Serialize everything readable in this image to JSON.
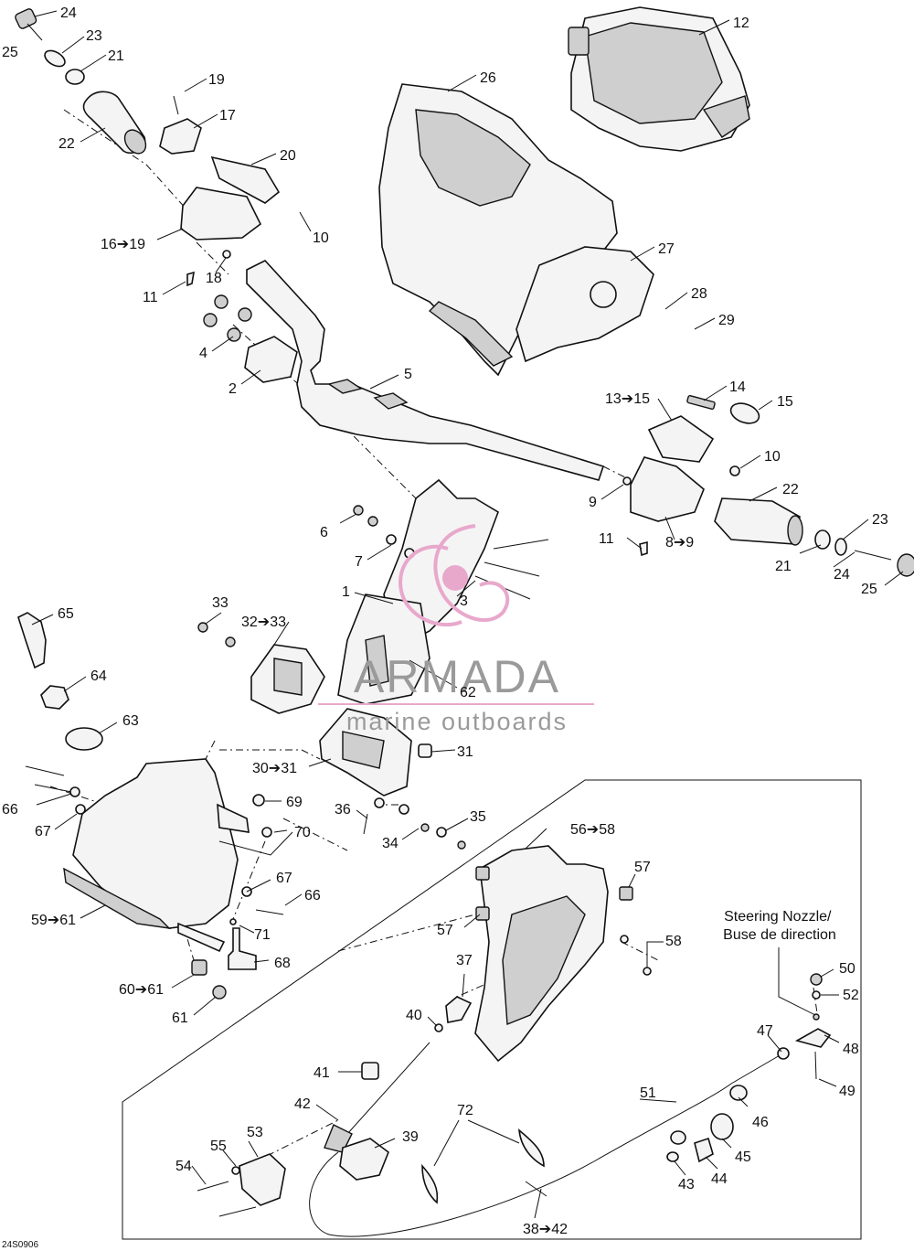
{
  "diagram": {
    "figure_code": "24S0906",
    "note_lines": [
      "Steering Nozzle/",
      "Buse de direction"
    ],
    "watermark": {
      "brand": "ARMADA",
      "tagline": "marine outboards",
      "accent_color": "#e8a8cc"
    },
    "labels": {
      "l1": "1",
      "l2": "2",
      "l3": "3",
      "l4": "4",
      "l5": "5",
      "l6": "6",
      "l7": "7",
      "l8_9": "8➔9",
      "l9": "9",
      "l10a": "10",
      "l10b": "10",
      "l11a": "11",
      "l11b": "11",
      "l12": "12",
      "l13_15": "13➔15",
      "l14": "14",
      "l15": "15",
      "l16_19": "16➔19",
      "l17": "17",
      "l18": "18",
      "l19": "19",
      "l20": "20",
      "l21a": "21",
      "l21b": "21",
      "l22a": "22",
      "l22b": "22",
      "l23a": "23",
      "l23b": "23",
      "l24a": "24",
      "l24b": "24",
      "l25a": "25",
      "l25b": "25",
      "l26": "26",
      "l27": "27",
      "l28": "28",
      "l29": "29",
      "l30_31": "30➔31",
      "l31": "31",
      "l32_33": "32➔33",
      "l33": "33",
      "l34": "34",
      "l35": "35",
      "l36": "36",
      "l37": "37",
      "l38_42": "38➔42",
      "l39": "39",
      "l40": "40",
      "l41": "41",
      "l42": "42",
      "l43": "43",
      "l44": "44",
      "l45": "45",
      "l46": "46",
      "l47": "47",
      "l48": "48",
      "l49": "49",
      "l50": "50",
      "l51": "51",
      "l52": "52",
      "l53": "53",
      "l54": "54",
      "l55": "55",
      "l56_58": "56➔58",
      "l57a": "57",
      "l57b": "57",
      "l58": "58",
      "l59_61": "59➔61",
      "l60_61": "60➔61",
      "l61": "61",
      "l62": "62",
      "l63": "63",
      "l64": "64",
      "l65": "65",
      "l66a": "66",
      "l66b": "66",
      "l67a": "67",
      "l67b": "67",
      "l68": "68",
      "l69": "69",
      "l70": "70",
      "l71": "71",
      "l72": "72"
    }
  }
}
